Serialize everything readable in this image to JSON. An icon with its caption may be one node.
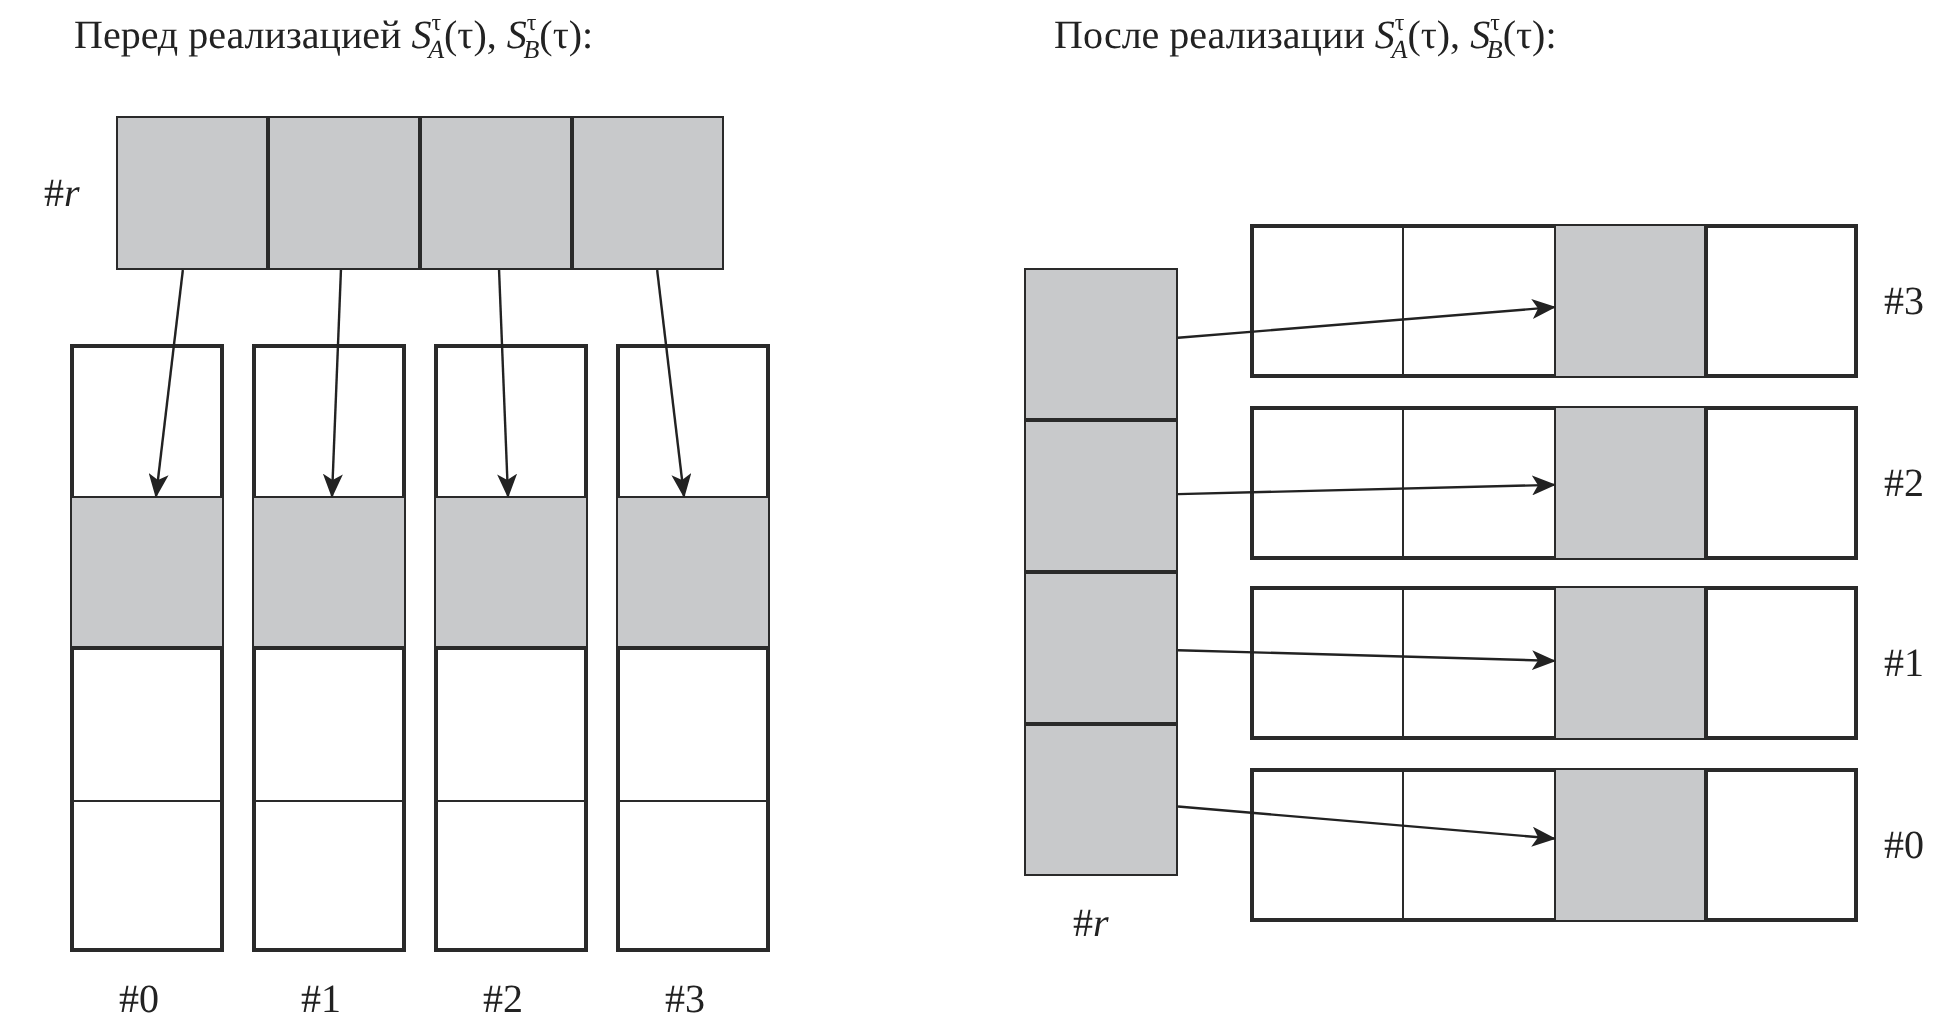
{
  "diagram": {
    "nodes": [
      {
        "text": [],
        "shape": "box",
        "beside": [
          "#*r*"
        ]
      },
      {
        "text": [],
        "shape": "box",
        "in": 0
      },
      {
        "text": [],
        "shape": "box",
        "in": 0
      },
      {
        "text": [],
        "shape": "box",
        "in": 0
      },
      {
        "text": [],
        "shape": "box",
        "in": 0
      },
      {
        "text": [],
        "shape": "box",
        "beside": [
          "#0"
        ]
      },
      {
        "text": [],
        "shape": "box",
        "in": 5
      },
      {
        "text": [],
        "shape": "box",
        "beside": [
          "#1"
        ]
      },
      {
        "text": [],
        "shape": "box",
        "in": 7
      },
      {
        "text": [],
        "shape": "box",
        "beside": [
          "#2"
        ]
      },
      {
        "text": [],
        "shape": "box",
        "in": 9
      },
      {
        "text": [],
        "shape": "box",
        "beside": [
          "#3"
        ]
      },
      {
        "text": [],
        "shape": "box",
        "in": 11
      },
      {
        "text": [],
        "shape": "box",
        "beside": [
          "#*r*"
        ]
      },
      {
        "text": [],
        "shape": "box",
        "in": 13
      },
      {
        "text": [],
        "shape": "box",
        "in": 13
      },
      {
        "text": [],
        "shape": "box",
        "in": 13
      },
      {
        "text": [],
        "shape": "box",
        "in": 13
      },
      {
        "text": [],
        "shape": "box",
        "beside": [
          "#3"
        ]
      },
      {
        "text": [],
        "shape": "box",
        "in": 18
      },
      {
        "text": [],
        "shape": "box",
        "beside": [
          "#2"
        ]
      },
      {
        "text": [],
        "shape": "box",
        "in": 20
      },
      {
        "text": [],
        "shape": "box",
        "beside": [
          "#1"
        ]
      },
      {
        "text": [],
        "shape": "box",
        "in": 22
      },
      {
        "text": [],
        "shape": "box",
        "beside": [
          "#0"
        ]
      },
      {
        "text": [],
        "shape": "box",
        "in": 24
      }
    ],
    "edges": [
      {
        "from": 1,
        "to": 6,
        "arrow": "to"
      },
      {
        "from": 2,
        "to": 8,
        "arrow": "to"
      },
      {
        "from": 3,
        "to": 10,
        "arrow": "to"
      },
      {
        "from": 4,
        "to": 12,
        "arrow": "to"
      },
      {
        "from": 14,
        "to": 19,
        "arrow": "to"
      },
      {
        "from": 15,
        "to": 21,
        "arrow": "to"
      },
      {
        "from": 16,
        "to": 23,
        "arrow": "to"
      },
      {
        "from": 17,
        "to": 25,
        "arrow": "to"
      }
    ],
    "labels": [
      "Перед реализацией *S*$^{τ}$$_{A}$(τ), *S*$^{τ}$$_{B}$(τ):",
      "После реализации *S*$^{τ}$$_{A}$(τ), *S*$^{τ}$$_{B}$(τ):"
    ]
  }
}
